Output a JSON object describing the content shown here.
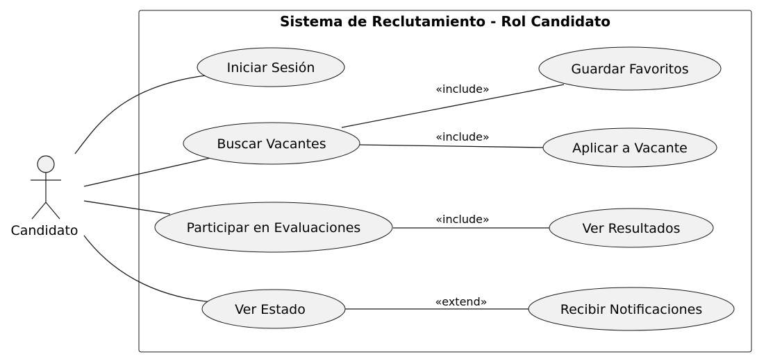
{
  "system": {
    "title": "Sistema de Reclutamiento - Rol Candidato"
  },
  "actor": {
    "label": "Candidato"
  },
  "use_cases": {
    "iniciar_sesion": "Iniciar Sesión",
    "buscar_vacantes": "Buscar Vacantes",
    "participar_evaluaciones": "Participar en Evaluaciones",
    "ver_estado": "Ver Estado",
    "guardar_favoritos": "Guardar Favoritos",
    "aplicar_vacante": "Aplicar a Vacante",
    "ver_resultados": "Ver Resultados",
    "recibir_notificaciones": "Recibir Notificaciones"
  },
  "relations": {
    "buscar_guardar": "«include»",
    "buscar_aplicar": "«include»",
    "participar_resultados": "«include»",
    "estado_notificaciones": "«extend»"
  }
}
